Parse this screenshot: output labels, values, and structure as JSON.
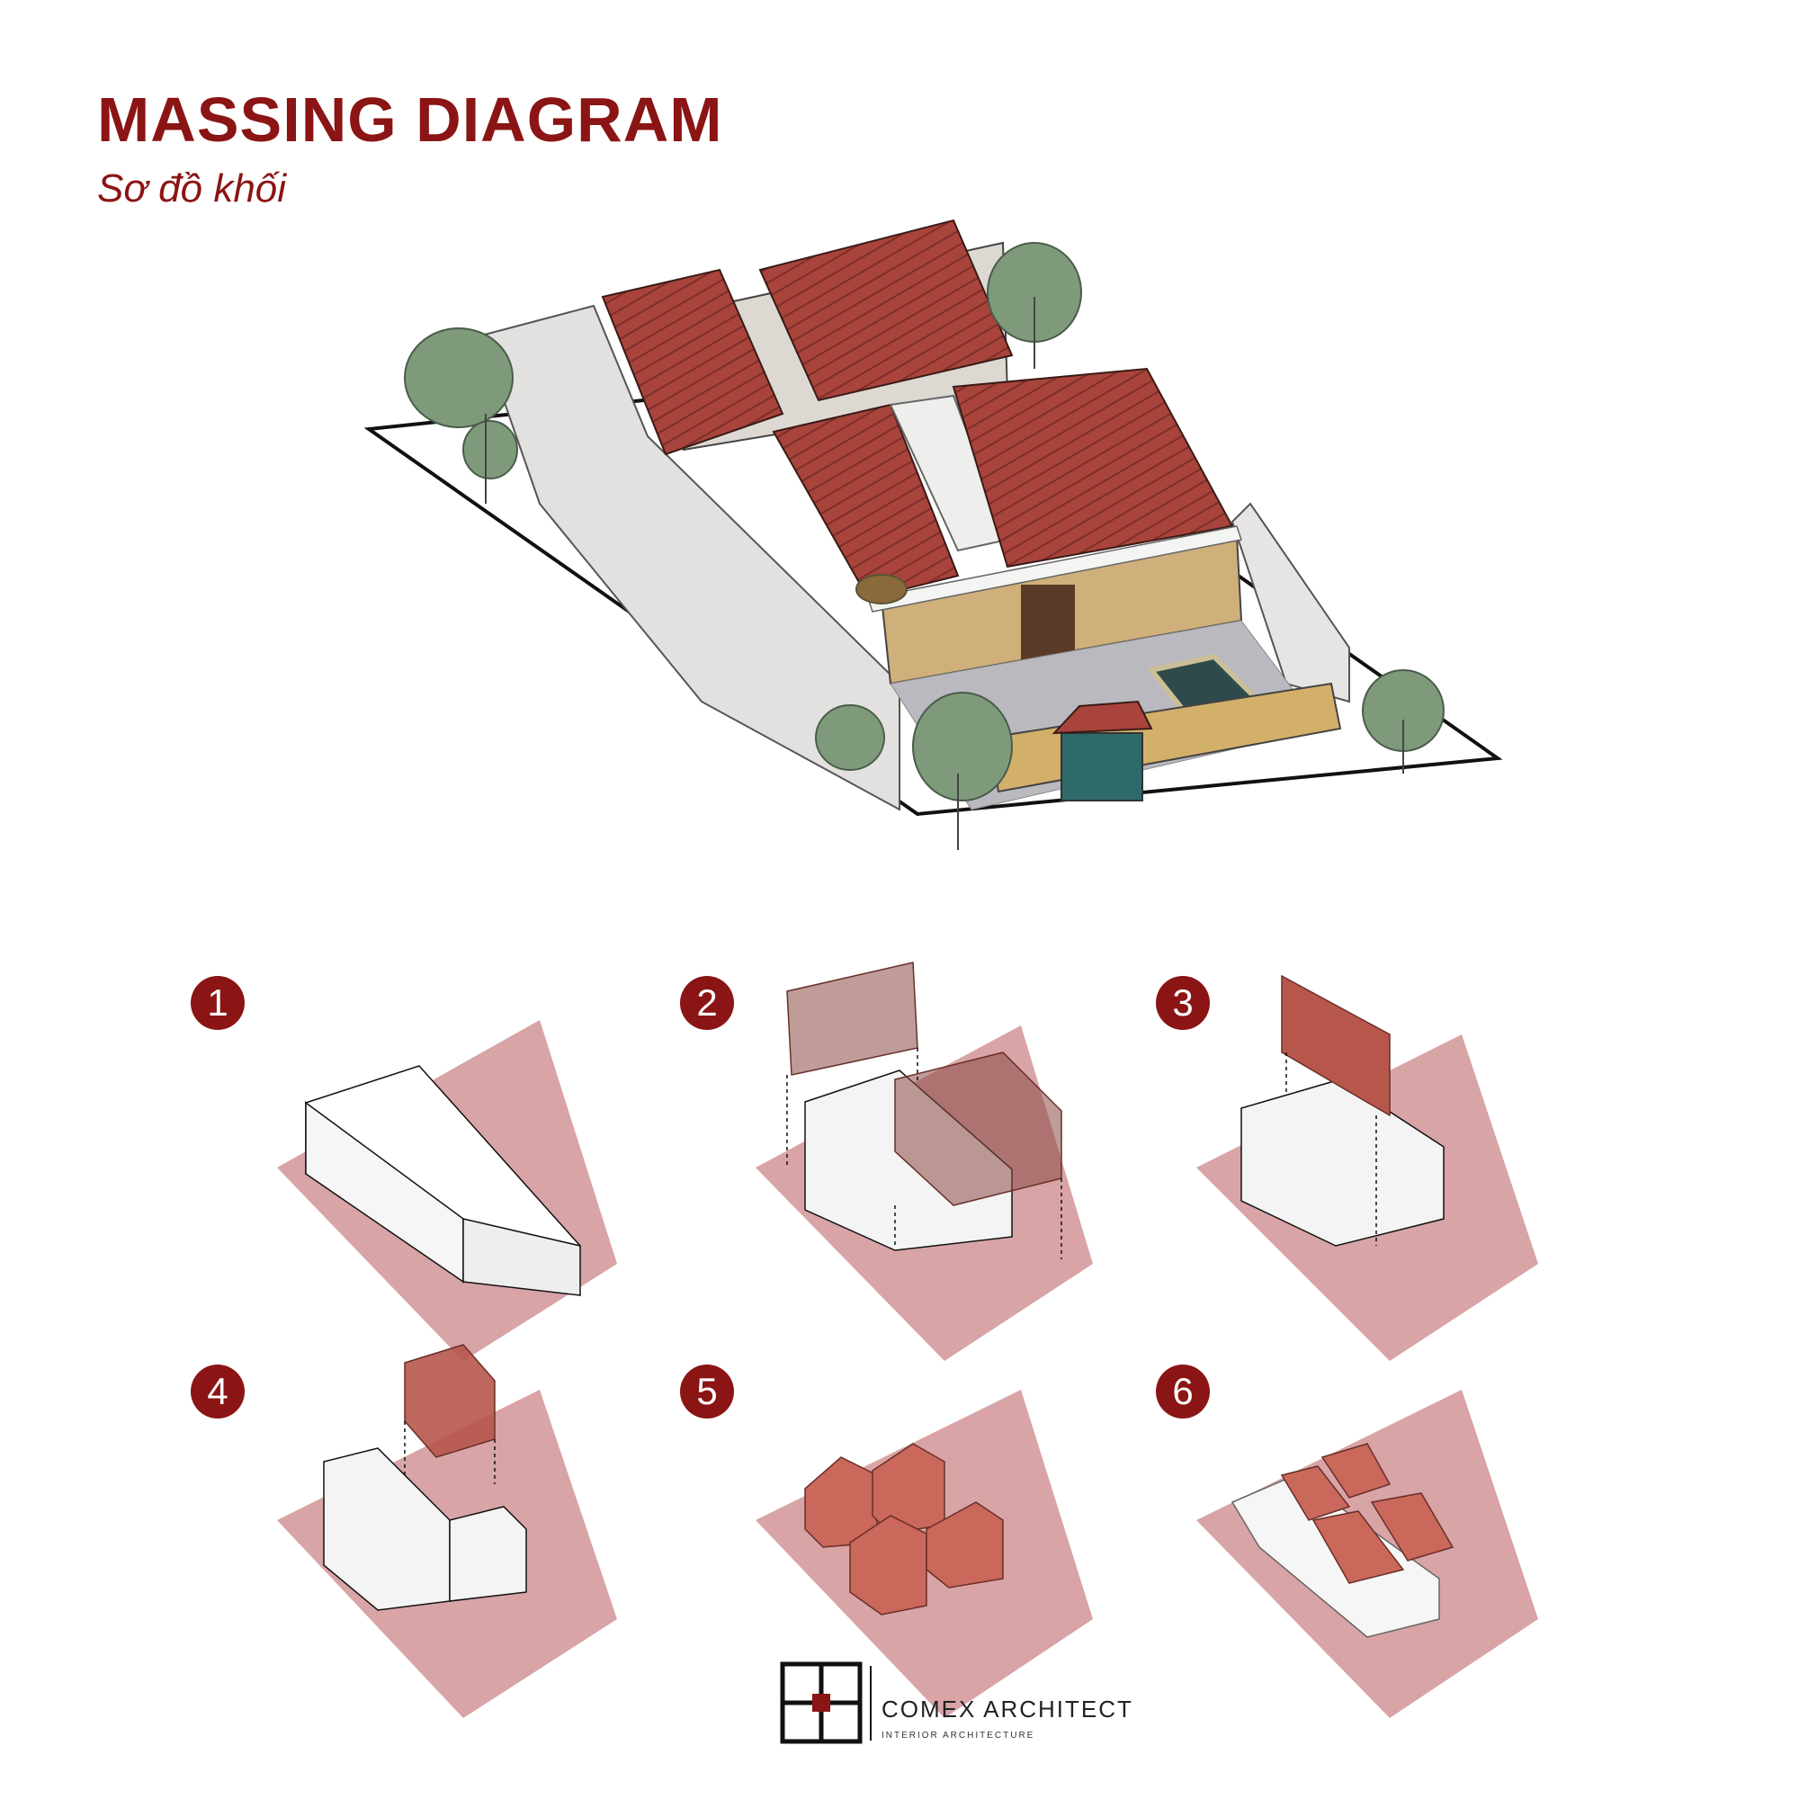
{
  "header": {
    "title": "MASSING DIAGRAM",
    "subtitle": "Sơ đồ khối"
  },
  "steps": [
    "1",
    "2",
    "3",
    "4",
    "5",
    "6"
  ],
  "brand": {
    "name": "COMEX ARCHITECT",
    "tagline": "INTERIOR      ARCHITECTURE"
  },
  "colors": {
    "accent": "#8b1414",
    "roof": "#a8443c",
    "ground": "#d8a4a6",
    "mass": "#f1f1f1"
  }
}
